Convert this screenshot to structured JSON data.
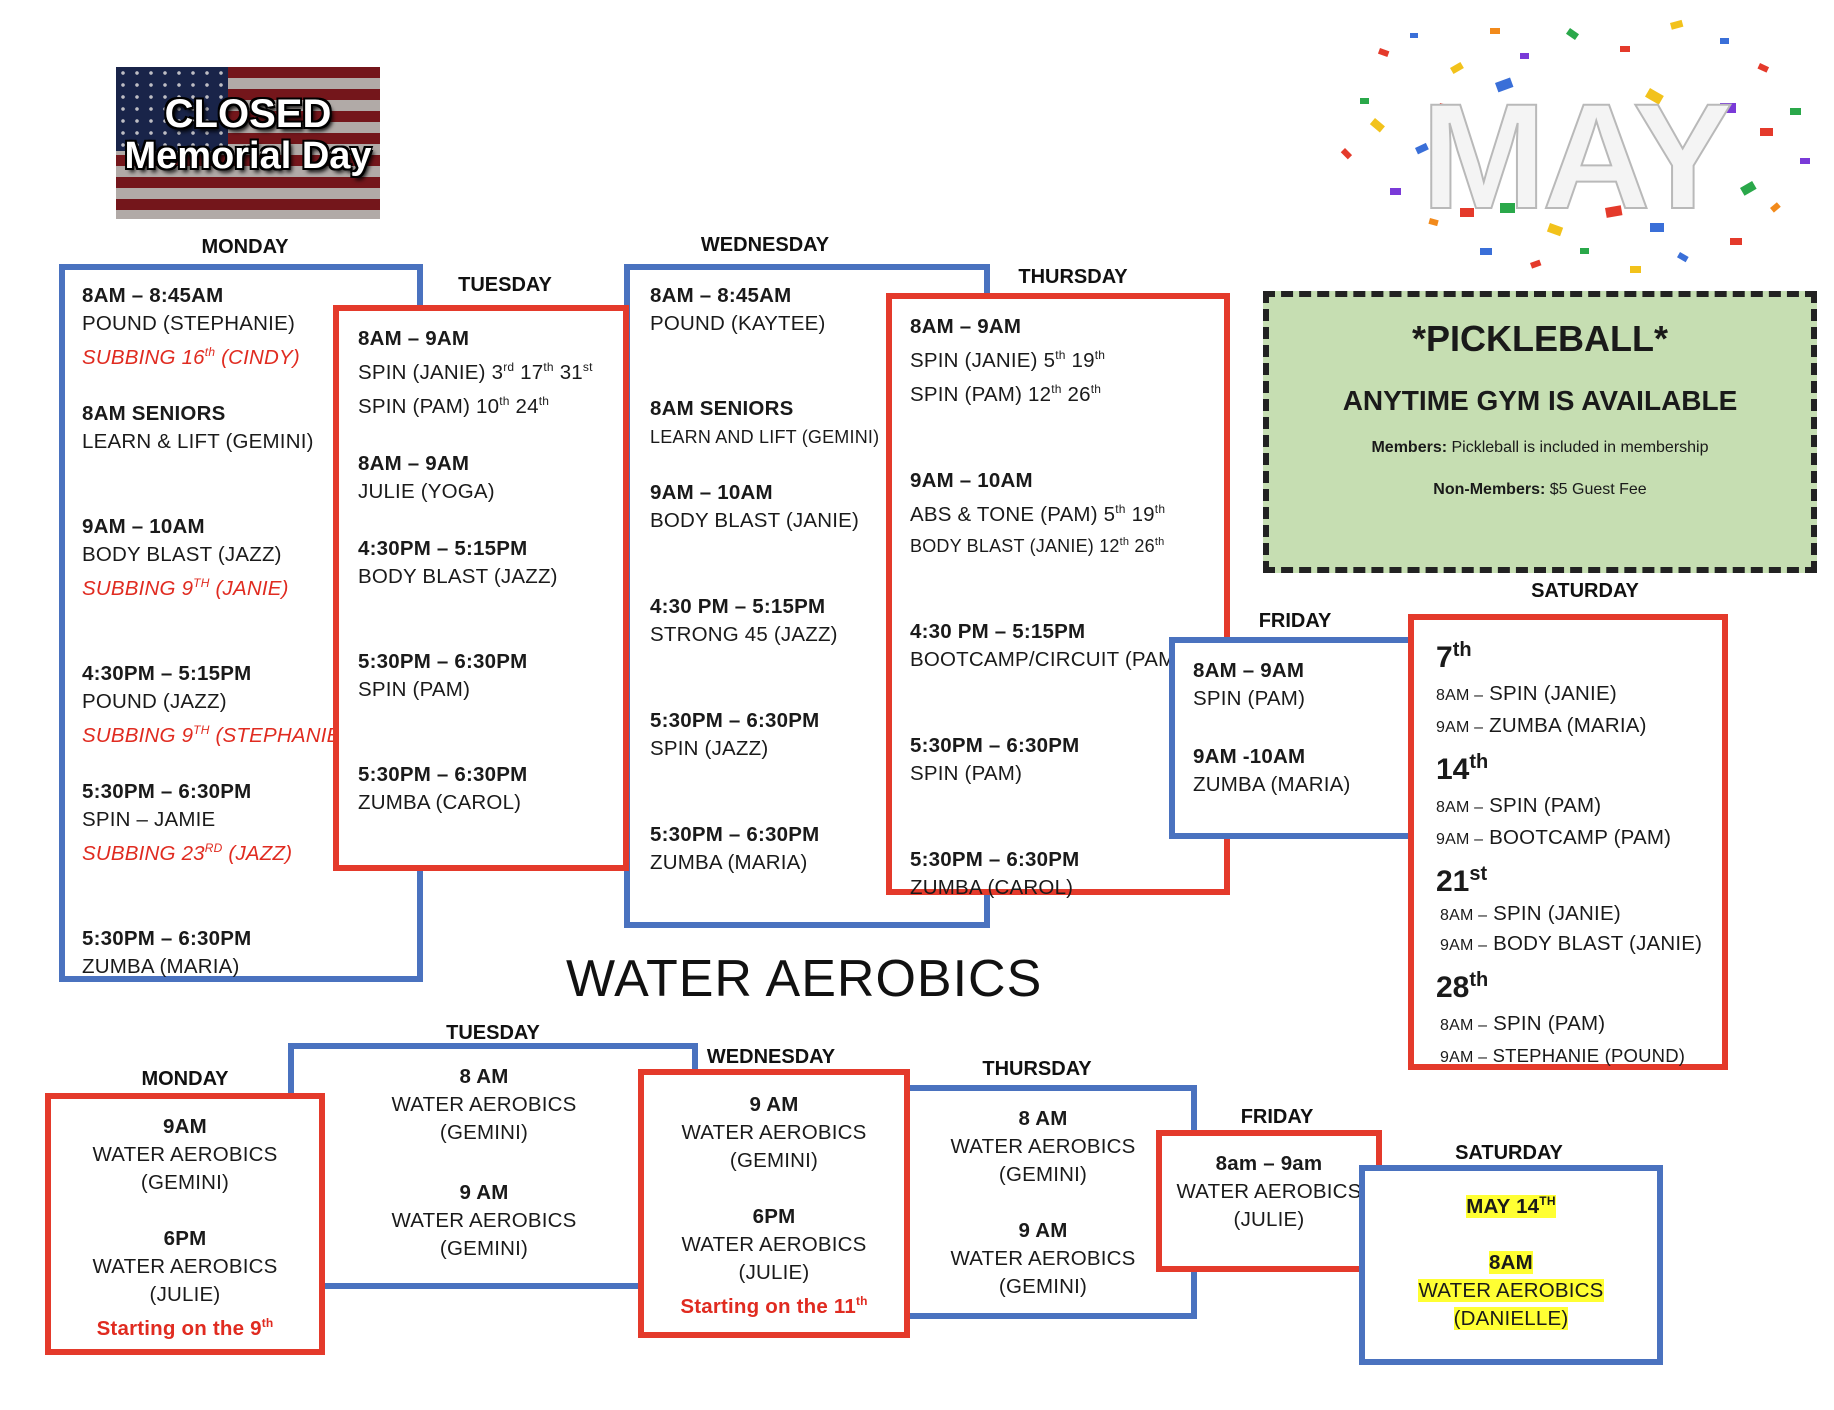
{
  "banner": {
    "line1": "CLOSED",
    "line2": "Memorial Day"
  },
  "month": "MAY",
  "pickleball": {
    "title": "*PICKLEBALL*",
    "subtitle": "ANYTIME GYM IS AVAILABLE",
    "members_label": "Members:",
    "members_text": "Pickleball is included in membership",
    "nonmembers_label": "Non-Members:",
    "nonmembers_text": "$5 Guest Fee"
  },
  "classes": {
    "monday": {
      "day": "MONDAY",
      "c1_time": "8AM – 8:45AM",
      "c1_name": "POUND (STEPHANIE)",
      "c1_sub_a": "SUBBING 16",
      "c1_sub_sup": "th",
      "c1_sub_b": " (CINDY)",
      "c2_time": "8AM SENIORS",
      "c2_name": "LEARN & LIFT (GEMINI)",
      "c3_time": "9AM – 10AM",
      "c3_name": "BODY BLAST (JAZZ)",
      "c3_sub_a": "SUBBING 9",
      "c3_sub_sup": "TH",
      "c3_sub_b": " (JANIE)",
      "c4_time": "4:30PM – 5:15PM",
      "c4_name": "POUND (JAZZ)",
      "c4_sub_a": "SUBBING 9",
      "c4_sub_sup": "TH",
      "c4_sub_b": " (STEPHANIE)",
      "c5_time": "5:30PM – 6:30PM",
      "c5_name": "SPIN – JAMIE",
      "c5_sub_a": "SUBBING 23",
      "c5_sub_sup": "RD",
      "c5_sub_b": " (JAZZ)",
      "c6_time": "5:30PM – 6:30PM",
      "c6_name": "ZUMBA (MARIA)"
    },
    "tuesday": {
      "day": "TUESDAY",
      "c1_time": "8AM – 9AM",
      "c1_l1a": "SPIN (JANIE) 3",
      "c1_l1s1": "rd",
      "c1_l1b": " 17",
      "c1_l1s2": "th",
      "c1_l1c": " 31",
      "c1_l1s3": "st",
      "c1_l2a": "SPIN (PAM) 10",
      "c1_l2s1": "th",
      "c1_l2b": " 24",
      "c1_l2s2": "th",
      "c2_time": "8AM – 9AM",
      "c2_name": "JULIE (YOGA)",
      "c3_time": "4:30PM – 5:15PM",
      "c3_name": "BODY BLAST (JAZZ)",
      "c4_time": "5:30PM – 6:30PM",
      "c4_name": "SPIN (PAM)",
      "c5_time": "5:30PM – 6:30PM",
      "c5_name": "ZUMBA (CAROL)"
    },
    "wednesday": {
      "day": "WEDNESDAY",
      "c1_time": "8AM – 8:45AM",
      "c1_name": "POUND (KAYTEE)",
      "c2_time": "8AM SENIORS",
      "c2_name": "LEARN AND LIFT (GEMINI)",
      "c3_time": "9AM – 10AM",
      "c3_name": "BODY BLAST (JANIE)",
      "c4_time": "4:30 PM – 5:15PM",
      "c4_name": "STRONG 45 (JAZZ)",
      "c5_time": "5:30PM – 6:30PM",
      "c5_name": "SPIN (JAZZ)",
      "c6_time": "5:30PM – 6:30PM",
      "c6_name": "ZUMBA (MARIA)"
    },
    "thursday": {
      "day": "THURSDAY",
      "c1_time": "8AM – 9AM",
      "c1_l1a": "SPIN (JANIE) 5",
      "c1_l1s1": "th",
      "c1_l1b": " 19",
      "c1_l1s2": "th",
      "c1_l2a": "SPIN (PAM) 12",
      "c1_l2s1": "th",
      "c1_l2b": " 26",
      "c1_l2s2": "th",
      "c2_time": "9AM – 10AM",
      "c2_l1a": "ABS & TONE (PAM) 5",
      "c2_l1s1": "th",
      "c2_l1b": " 19",
      "c2_l1s2": "th",
      "c2_l2a": "BODY BLAST (JANIE) 12",
      "c2_l2s1": "th",
      "c2_l2b": " 26",
      "c2_l2s2": "th",
      "c3_time": "4:30 PM – 5:15PM",
      "c3_name": "BOOTCAMP/CIRCUIT (PAM)",
      "c4_time": "5:30PM – 6:30PM",
      "c4_name": "SPIN (PAM)",
      "c5_time": "5:30PM – 6:30PM",
      "c5_name": "ZUMBA (CAROL)"
    },
    "friday": {
      "day": "FRIDAY",
      "c1_time": "8AM – 9AM",
      "c1_name": "SPIN (PAM)",
      "c2_time": "9AM -10AM",
      "c2_name": "ZUMBA (MARIA)"
    },
    "saturday": {
      "day": "SATURDAY",
      "d1": "7",
      "d1s": "th",
      "d1_a_t": "8AM –",
      "d1_a_n": "SPIN (JANIE)",
      "d1_b_t": "9AM –",
      "d1_b_n": "ZUMBA (MARIA)",
      "d2": "14",
      "d2s": "th",
      "d2_a_t": "8AM –",
      "d2_a_n": "SPIN (PAM)",
      "d2_b_t": "9AM –",
      "d2_b_n": "BOOTCAMP (PAM)",
      "d3": "21",
      "d3s": "st",
      "d3_a_t": "8AM –",
      "d3_a_n": "SPIN (JANIE)",
      "d3_b_t": "9AM –",
      "d3_b_n": "BODY BLAST (JANIE)",
      "d4": "28",
      "d4s": "th",
      "d4_a_t": "8AM –",
      "d4_a_n": "SPIN (PAM)",
      "d4_b_t": "9AM –",
      "d4_b_n": "STEPHANIE (POUND)"
    }
  },
  "water": {
    "title": "WATER AEROBICS",
    "monday": {
      "day": "MONDAY",
      "t1": "9AM",
      "n1": "WATER AEROBICS",
      "i1": "(GEMINI)",
      "t2": "6PM",
      "n2": "WATER AEROBICS",
      "i2": "(JULIE)",
      "note_a": "Starting on the 9",
      "note_sup": "th"
    },
    "tuesday": {
      "day": "TUESDAY",
      "t1": "8 AM",
      "n1": "WATER AEROBICS",
      "i1": "(GEMINI)",
      "t2": "9 AM",
      "n2": "WATER AEROBICS",
      "i2": "(GEMINI)"
    },
    "wednesday": {
      "day": "WEDNESDAY",
      "t1": "9 AM",
      "n1": "WATER AEROBICS",
      "i1": "(GEMINI)",
      "t2": "6PM",
      "n2": "WATER AEROBICS",
      "i2": "(JULIE)",
      "note_a": "Starting on the 11",
      "note_sup": "th"
    },
    "thursday": {
      "day": "THURSDAY",
      "t1": "8 AM",
      "n1": "WATER AEROBICS",
      "i1": "(GEMINI)",
      "t2": "9 AM",
      "n2": "WATER AEROBICS",
      "i2": "(GEMINI)"
    },
    "friday": {
      "day": "FRIDAY",
      "t1": "8am – 9am",
      "n1": "WATER AEROBICS",
      "i1": "(JULIE)"
    },
    "saturday": {
      "day": "SATURDAY",
      "date_a": "MAY 14",
      "date_sup": "TH",
      "t1": "8AM",
      "n1": "WATER AEROBICS",
      "i1": "(DANIELLE)"
    }
  },
  "colors": {
    "blue_border": "#4a72bf",
    "red_border": "#e43a2b",
    "pickleball_bg": "#c6deb2",
    "highlight": "#ffff33",
    "sub_text": "#e02b20"
  }
}
